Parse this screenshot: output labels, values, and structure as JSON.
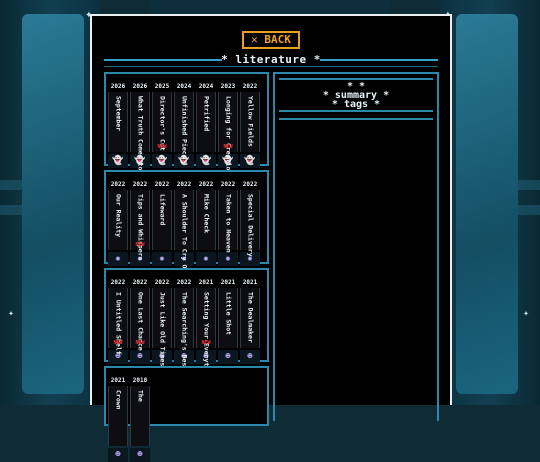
{
  "header": {
    "back_label": "✕ BACK",
    "title": "* literature *"
  },
  "summary": {
    "title_line1": "* *",
    "title_line2": "* summary *",
    "title_line3": "* tags *"
  },
  "sections": [
    {
      "books": [
        {
          "year": "2026",
          "title": "September",
          "new": "",
          "avatar": "ghost-icon"
        },
        {
          "year": "2026",
          "title": "What Truth Comes to Light",
          "new": "",
          "avatar": "ghost-icon"
        },
        {
          "year": "2025",
          "title": "Director's Cut",
          "new": "NEW",
          "avatar": "ghost-icon"
        },
        {
          "year": "2024",
          "title": "Unfinished Piece",
          "new": "",
          "avatar": "ghost-icon"
        },
        {
          "year": "2024",
          "title": "Petrified",
          "new": "",
          "avatar": "ghost-icon"
        },
        {
          "year": "2023",
          "title": "Longing for Creation",
          "new": "NEW",
          "avatar": "ghost-icon"
        },
        {
          "year": "2022",
          "title": "Yellow Fields",
          "new": "",
          "avatar": "ghost-icon"
        }
      ]
    },
    {
      "books": [
        {
          "year": "2022",
          "title": "Our Reality",
          "new": "",
          "avatar": "star-icon"
        },
        {
          "year": "2022",
          "title": "Tips and Whispers",
          "new": "NEW",
          "avatar": "star-icon"
        },
        {
          "year": "2022",
          "title": "Lifeward",
          "new": "",
          "avatar": "star-icon"
        },
        {
          "year": "2022",
          "title": "A Shoulder To Cry On",
          "new": "",
          "avatar": "star-icon"
        },
        {
          "year": "2022",
          "title": "Mike Check",
          "new": "",
          "avatar": "star-icon"
        },
        {
          "year": "2022",
          "title": "Taken to Heaven",
          "new": "",
          "avatar": "star-icon"
        },
        {
          "year": "2022",
          "title": "Special Delivery",
          "new": "",
          "avatar": "star-icon"
        }
      ]
    },
    {
      "books": [
        {
          "year": "2022",
          "title": "I Untitled Shelf",
          "new": "NEW",
          "avatar": "face-icon"
        },
        {
          "year": "2022",
          "title": "One Last Chance",
          "new": "NEW",
          "avatar": "face-icon"
        },
        {
          "year": "2022",
          "title": "Just Like Old Times",
          "new": "",
          "avatar": "face-icon"
        },
        {
          "year": "2022",
          "title": "The Searching's Best",
          "new": "",
          "avatar": "face-icon"
        },
        {
          "year": "2021",
          "title": "Setting Your Everything",
          "new": "NEW",
          "avatar": "face-icon"
        },
        {
          "year": "2021",
          "title": "Little Shot",
          "new": "",
          "avatar": "face-icon"
        },
        {
          "year": "2021",
          "title": "The Dealmaker",
          "new": "",
          "avatar": "face-icon"
        }
      ]
    },
    {
      "books": [
        {
          "year": "2021",
          "title": "Crown",
          "new": "",
          "avatar": "face-icon"
        },
        {
          "year": "2018",
          "title": "The",
          "new": "",
          "avatar": "face-icon"
        }
      ]
    }
  ]
}
